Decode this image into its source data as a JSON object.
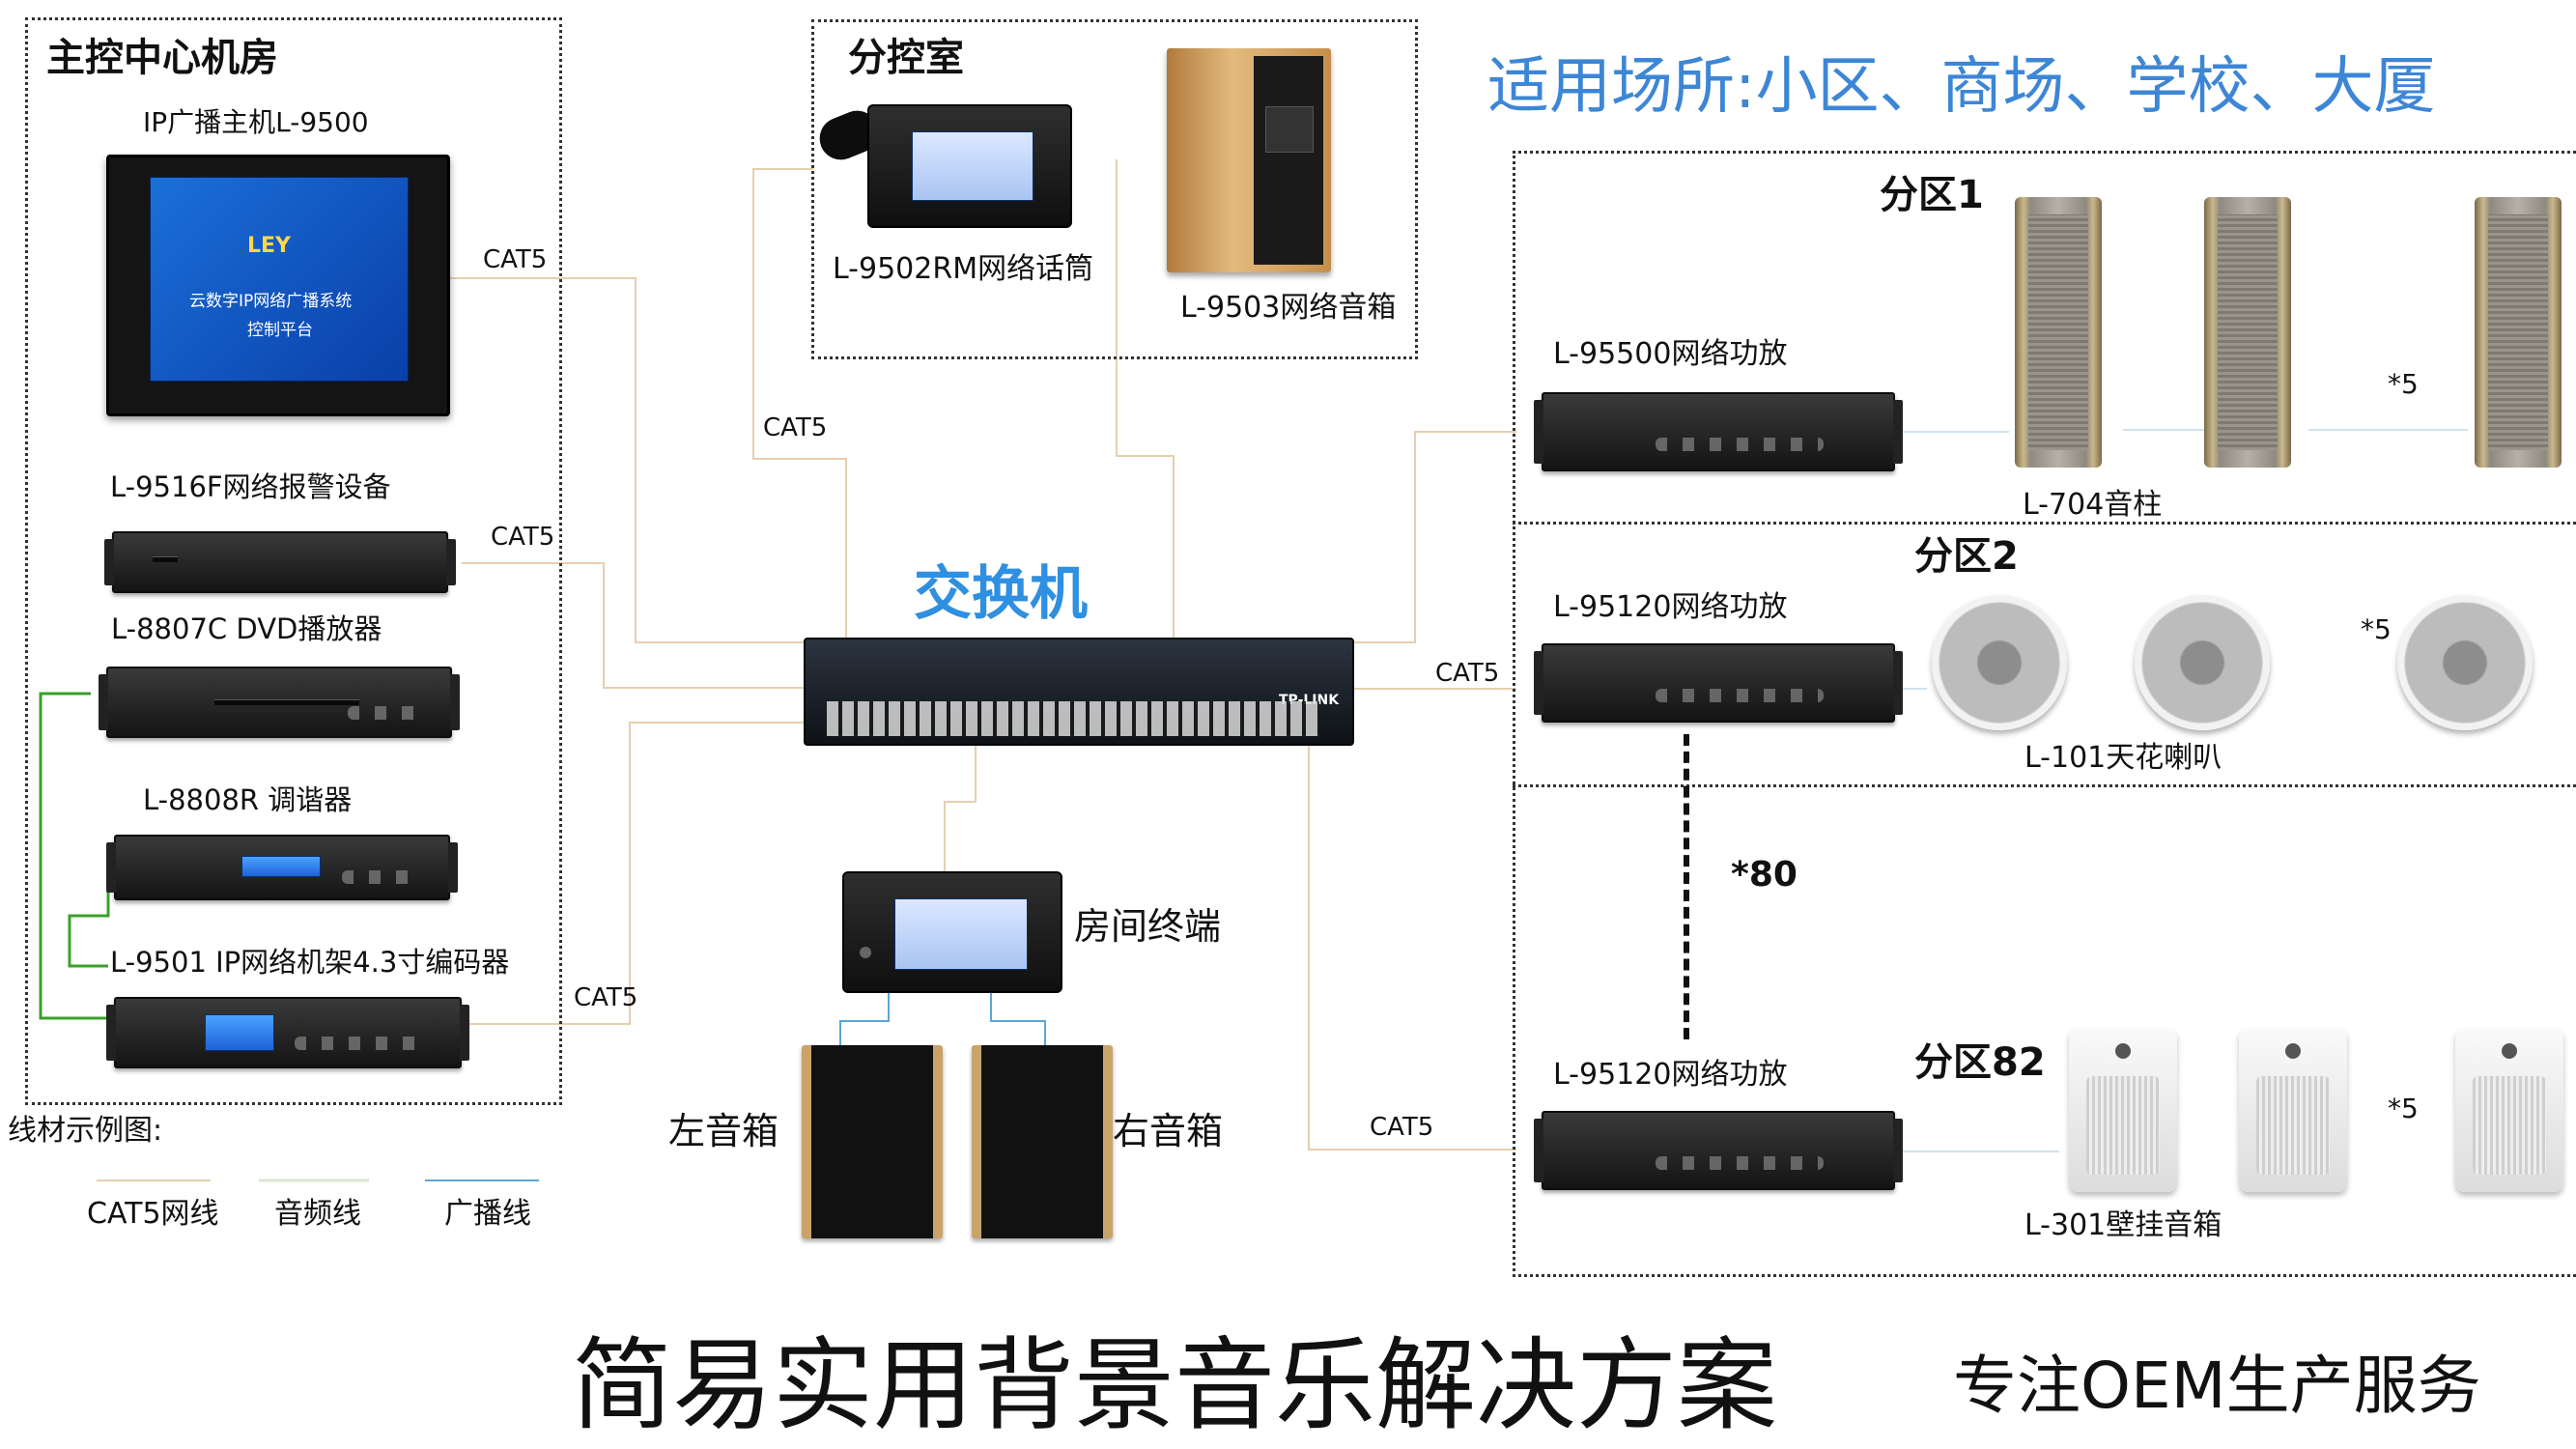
{
  "title": "简易实用背景音乐解决方案",
  "slogan": "专注OEM生产服务",
  "application": "适用场所:小区、商场、学校、大厦",
  "colors": {
    "cat5": "#e6cfae",
    "audio": "#39a02a",
    "broadcast": "#5aa7d6",
    "title_blue": "#3d86d6",
    "switch_label": "#2f8fe0"
  },
  "main_room": {
    "label": "主控中心机房",
    "host_label": "IP广播主机L-9500",
    "screen_line1": "云数字IP网络广播系统",
    "screen_line2": "控制平台",
    "logo": "LEY",
    "devices": [
      "L-9516F网络报警设备",
      "L-8807C  DVD播放器",
      "L-8808R  调谐器",
      "L-9501  IP网络机架4.3寸编码器"
    ]
  },
  "sub_room": {
    "label": "分控室",
    "mic_label": "L-9502RM网络话筒",
    "speaker_label": "L-9503网络音箱"
  },
  "switch": {
    "label": "交换机",
    "brand": "TP-LINK"
  },
  "terminal": {
    "label": "房间终端",
    "left": "左音箱",
    "right": "右音箱"
  },
  "cables": {
    "cat5": "CAT5"
  },
  "legend": {
    "title": "线材示例图:",
    "items": [
      "CAT5网线",
      "音频线",
      "广播线"
    ]
  },
  "zones": [
    {
      "name": "分区1",
      "amp": "L-95500网络功放",
      "speaker": "L-704音柱",
      "count": "*5"
    },
    {
      "name": "分区2",
      "amp": "L-95120网络功放",
      "speaker": "L-101天花喇叭",
      "count": "*5"
    },
    {
      "name": "分区82",
      "amp": "L-95120网络功放",
      "speaker": "L-301壁挂音箱",
      "count": "*5"
    }
  ],
  "zone_multiplier": "*80"
}
